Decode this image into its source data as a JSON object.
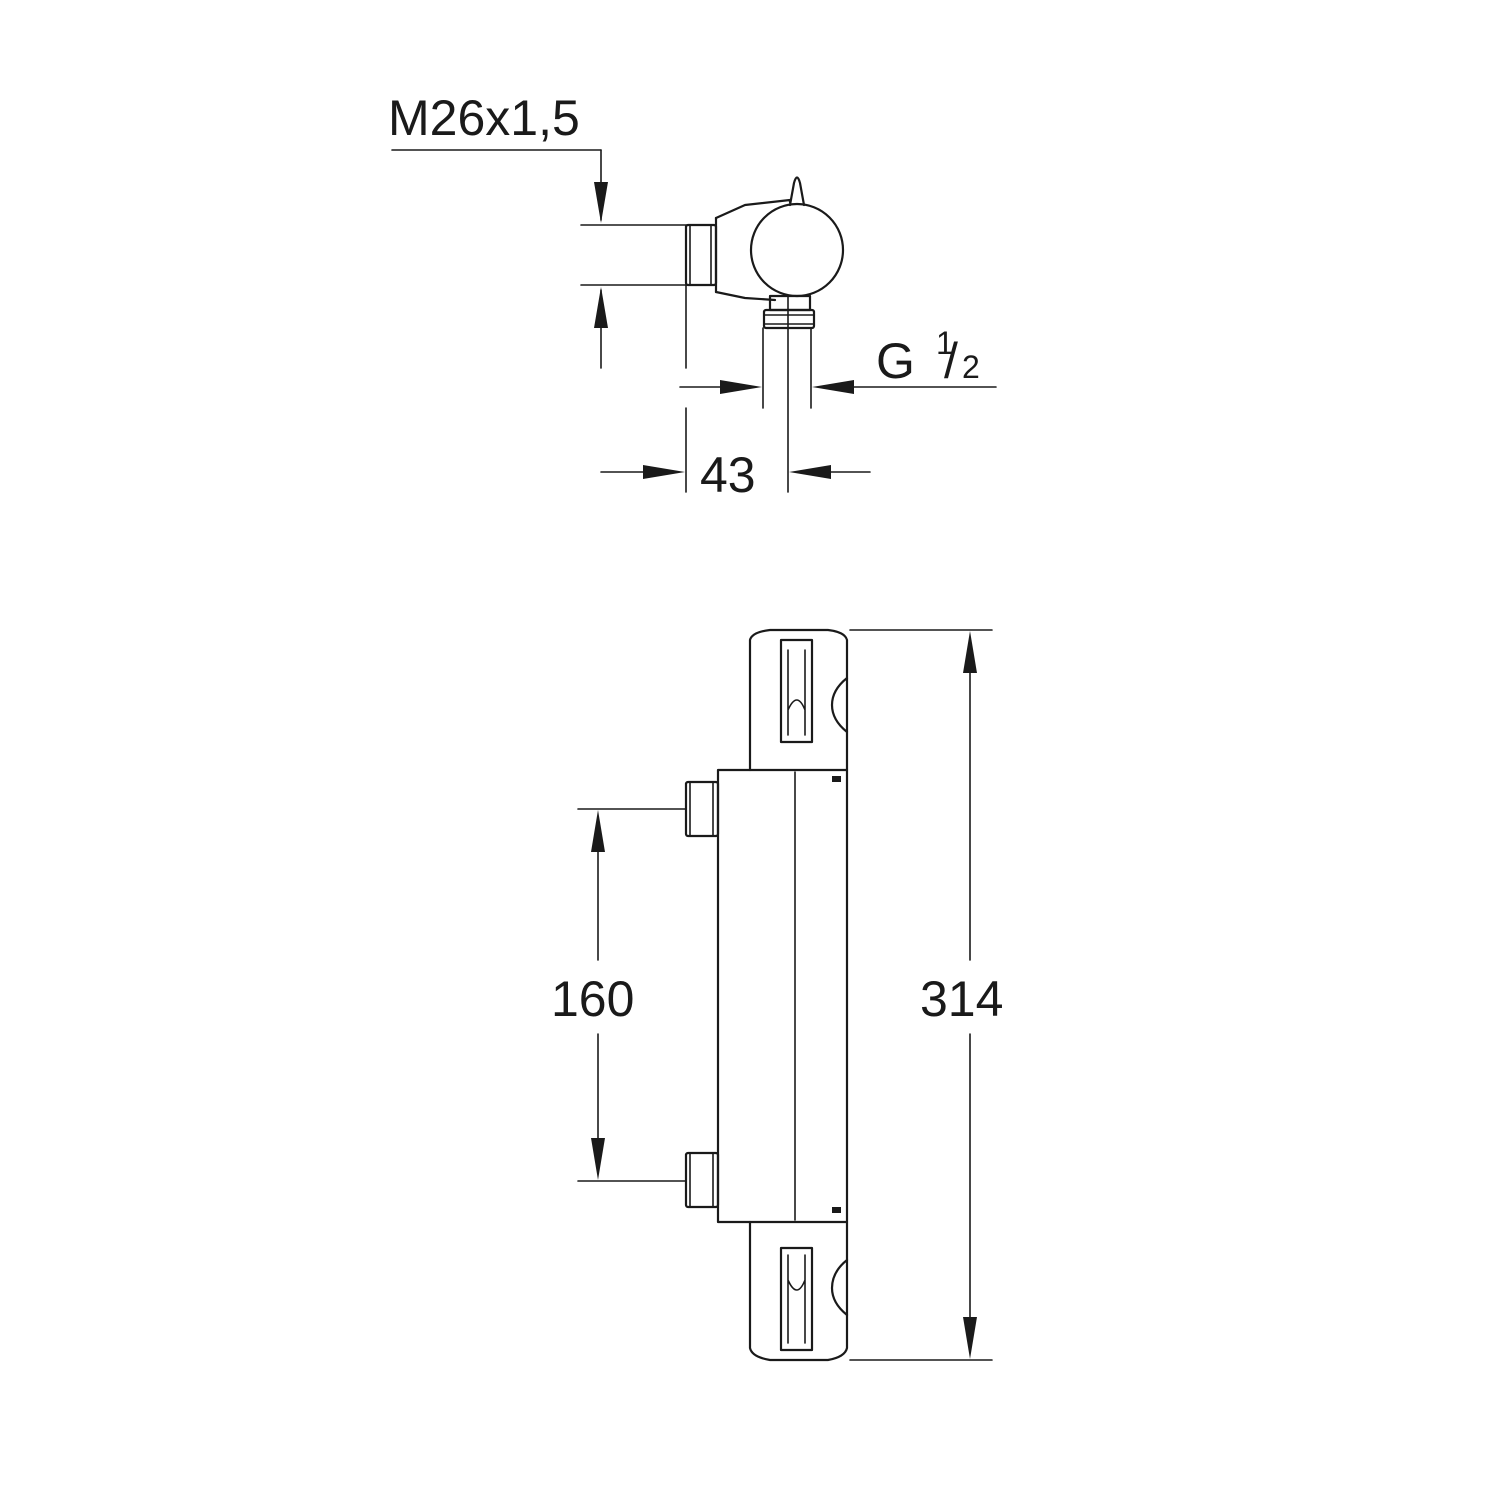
{
  "dimensions": {
    "thread": "M26x1,5",
    "outlet_g": "G",
    "outlet_num": "1",
    "outlet_slash": "/",
    "outlet_den": "2",
    "projection": "43",
    "inlet_spacing": "160",
    "overall_height": "314"
  },
  "colors": {
    "line": "#1a1a1a",
    "background": "#ffffff"
  }
}
